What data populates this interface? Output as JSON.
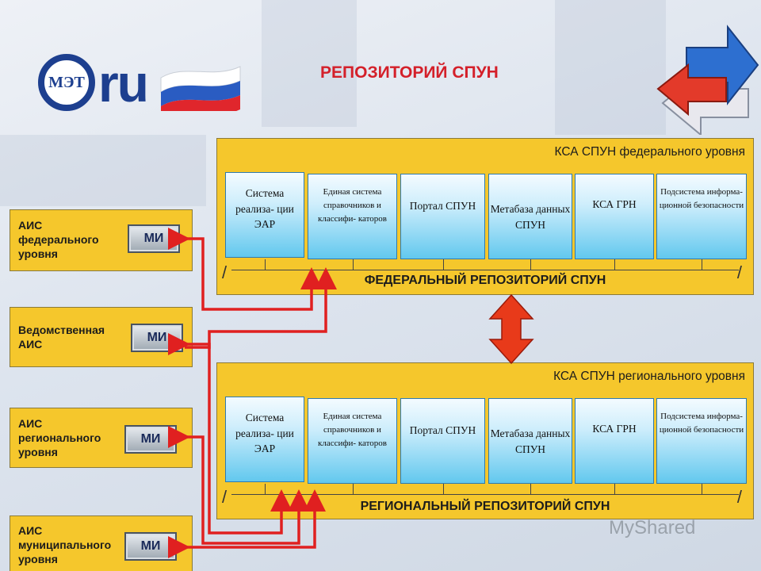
{
  "title": "РЕПОЗИТОРИЙ СПУН",
  "logo": {
    "emblem": "МЭТ",
    "text": "ru"
  },
  "federal": {
    "title": "КСА СПУН федерального уровня",
    "footer": "ФЕДЕРАЛЬНЫЙ РЕПОЗИТОРИЙ СПУН",
    "systems": [
      {
        "label": "Система реализа- ции ЭАР"
      },
      {
        "label": "Единая система справочников и классифи- каторов"
      },
      {
        "label": "Портал СПУН"
      },
      {
        "label": "Метабаза данных СПУН"
      },
      {
        "label": "КСА ГРН"
      },
      {
        "label": "Подсистема информа- ционной безопасности"
      }
    ]
  },
  "regional": {
    "title": "КСА СПУН регионального уровня",
    "footer": "РЕГИОНАЛЬНЫЙ РЕПОЗИТОРИЙ СПУН",
    "systems": [
      {
        "label": "Система реализа- ции ЭАР"
      },
      {
        "label": "Единая система справочников и классифи- каторов"
      },
      {
        "label": "Портал СПУН"
      },
      {
        "label": "Метабаза данных СПУН"
      },
      {
        "label": "КСА ГРН"
      },
      {
        "label": "Подсистема информа- ционной безопасности"
      }
    ]
  },
  "ais": [
    {
      "label": "АИС федерального уровня",
      "mi": "МИ"
    },
    {
      "label": "Ведомственная АИС",
      "mi": "МИ"
    },
    {
      "label": "АИС регионального уровня",
      "mi": "МИ"
    },
    {
      "label": "АИС муниципального уровня",
      "mi": "МИ"
    }
  ],
  "watermark": "MyShared",
  "colors": {
    "panel": "#f5c72c",
    "connector": "#e02020",
    "title": "#d4202a",
    "logo_blue": "#1d3f8f"
  }
}
